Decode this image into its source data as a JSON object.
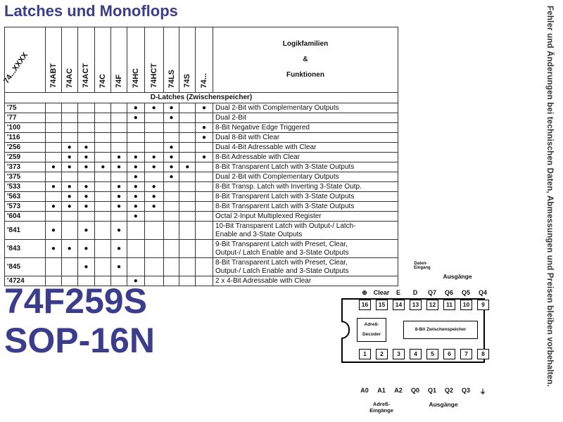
{
  "title": "Latches und Monoflops",
  "side_note": "Fehler und Änderungen bei technischen Daten, Abmessungen und Preisen bleiben vorbehalten.",
  "table": {
    "corner_label": "74...XXXX",
    "families": [
      "74ABT",
      "74AC",
      "74ACT",
      "74C",
      "74F",
      "74HC",
      "74HCT",
      "74LS",
      "74S",
      "74..."
    ],
    "function_header": [
      "Logikfamilien",
      "&",
      "Funktionen"
    ],
    "section": "D-Latches (Zwischenspeicher)",
    "dot_symbol": "●",
    "rows": [
      {
        "num": "'75",
        "dots": [
          0,
          0,
          0,
          0,
          0,
          1,
          1,
          1,
          0,
          1
        ],
        "desc": "Dual 2-Bit with Complementary Outputs"
      },
      {
        "num": "'77",
        "dots": [
          0,
          0,
          0,
          0,
          0,
          1,
          0,
          1,
          0,
          0
        ],
        "desc": "Dual 2-Bit"
      },
      {
        "num": "'100",
        "dots": [
          0,
          0,
          0,
          0,
          0,
          0,
          0,
          0,
          0,
          1
        ],
        "desc": "8-Bit Negative Edge Triggered"
      },
      {
        "num": "'116",
        "dots": [
          0,
          0,
          0,
          0,
          0,
          0,
          0,
          0,
          0,
          1
        ],
        "desc": "Dual 8-Bit with Clear"
      },
      {
        "num": "'256",
        "dots": [
          0,
          1,
          1,
          0,
          0,
          0,
          0,
          1,
          0,
          0
        ],
        "desc": "Dual 4-Bit Adressable with Clear"
      },
      {
        "num": "'259",
        "dots": [
          0,
          1,
          1,
          0,
          1,
          1,
          1,
          1,
          0,
          1
        ],
        "desc": "8-Bit Adressable with Clear"
      },
      {
        "num": "'373",
        "dots": [
          1,
          1,
          1,
          1,
          1,
          1,
          1,
          1,
          1,
          0
        ],
        "desc": "8-Bit Transparent Latch with 3-State Outputs"
      },
      {
        "num": "'375",
        "dots": [
          0,
          0,
          0,
          0,
          0,
          1,
          0,
          1,
          0,
          0
        ],
        "desc": "Dual 2-Bit with Complementary Outputs"
      },
      {
        "num": "'533",
        "dots": [
          1,
          1,
          1,
          0,
          1,
          1,
          1,
          0,
          0,
          0
        ],
        "desc": "8-Bit Transp. Latch with Inverting 3-State Outp."
      },
      {
        "num": "'563",
        "dots": [
          0,
          1,
          1,
          0,
          1,
          1,
          1,
          0,
          0,
          0
        ],
        "desc": "8-Bit Transparent Latch with 3-State Outputs"
      },
      {
        "num": "'573",
        "dots": [
          1,
          1,
          1,
          0,
          1,
          1,
          1,
          0,
          0,
          0
        ],
        "desc": "8-Bit Transparent Latch with 3-State Outputs"
      },
      {
        "num": "'604",
        "dots": [
          0,
          0,
          0,
          0,
          0,
          1,
          0,
          0,
          0,
          0
        ],
        "desc": "Octal 2-Input Multiplexed Register"
      },
      {
        "num": "'841",
        "dots": [
          1,
          0,
          1,
          0,
          1,
          0,
          0,
          0,
          0,
          0
        ],
        "desc": "10-Bit Transparent Latch with Output-/ Latch-",
        "desc2": "Enable and 3-State Outputs"
      },
      {
        "num": "'843",
        "dots": [
          1,
          1,
          1,
          0,
          1,
          0,
          0,
          0,
          0,
          0
        ],
        "desc": "9-Bit Transparent Latch with Preset, Clear,",
        "desc2": "Output-/ Latch Enable and 3-State Outputs"
      },
      {
        "num": "'845",
        "dots": [
          0,
          0,
          1,
          0,
          1,
          0,
          0,
          0,
          0,
          0
        ],
        "desc": "8-Bit Transparent Latch with Preset, Clear,",
        "desc2": "Output-/ Latch Enable and 3-State Outputs"
      },
      {
        "num": "'4724",
        "dots": [
          0,
          0,
          0,
          0,
          0,
          1,
          0,
          0,
          0,
          0
        ],
        "desc": "2 x 4-Bit Adressable with Clear"
      }
    ]
  },
  "part_number": "74F259S",
  "package": "SOP-16N",
  "pinout": {
    "top_pins": [
      "16",
      "15",
      "14",
      "13",
      "12",
      "11",
      "10",
      "9"
    ],
    "bottom_pins": [
      "1",
      "2",
      "3",
      "4",
      "5",
      "6",
      "7",
      "8"
    ],
    "top_labels": [
      "⊕",
      "Clear",
      "E",
      "D",
      "Q7",
      "Q6",
      "Q5",
      "Q4"
    ],
    "bottom_labels": [
      "A0",
      "A1",
      "A2",
      "Q0",
      "Q1",
      "Q2",
      "Q3",
      "⏚"
    ],
    "top_group": "Ausgänge",
    "data_input_label": "Daten-Eingang",
    "bottom_group_addr": "Adreß-Eingänge",
    "bottom_group_out": "Ausgänge",
    "decoder": "Adreß-Decoder",
    "register": "8-Bit Zwischenspeicher"
  }
}
